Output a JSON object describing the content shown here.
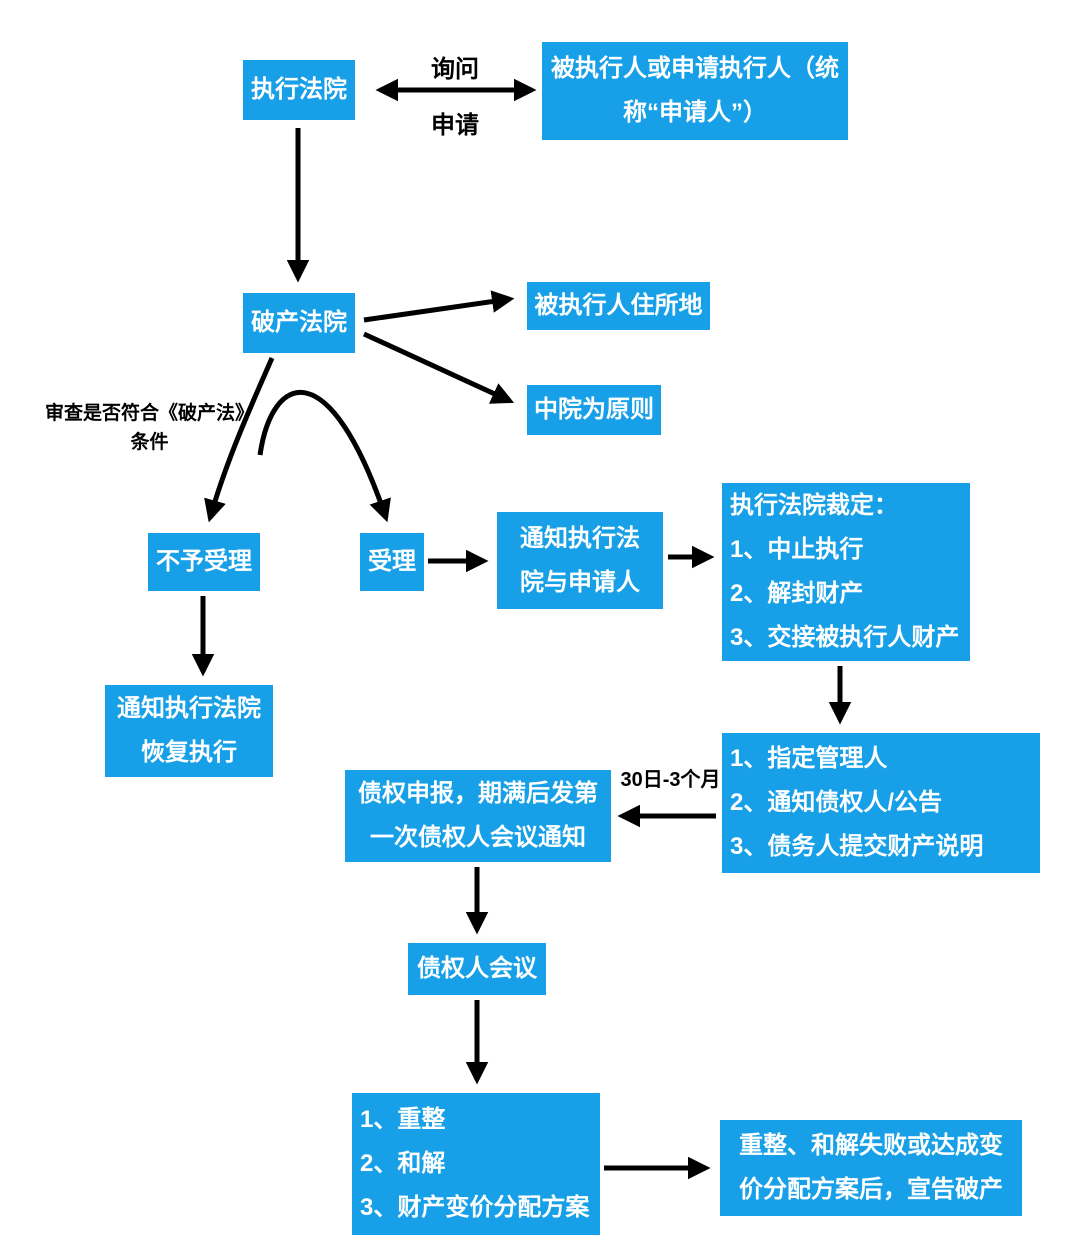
{
  "colors": {
    "accent": "#17A0E8",
    "arrow": "#000000",
    "background": "#FFFFFF",
    "node_text": "#FFFFFF",
    "label_text": "#000000"
  },
  "nodes": {
    "execution_court": "执行法院",
    "applicant": "被执行人或申请执行人（统\n称“申请人”）",
    "bankruptcy_court": "破产法院",
    "domicile": "被执行人住所地",
    "intermediate_court": "中院为原则",
    "reject": "不予受理",
    "accept": "受理",
    "notify_exec": "通知执行法\n院与申请人",
    "ruling": "执行法院裁定：\n1、中止执行\n2、解封财产\n3、交接被执行人财产",
    "resume": "通知执行法院\n恢复执行",
    "admin": "1、指定管理人\n2、通知债权人/公告\n3、债务人提交财产说明",
    "claims": "债权申报，期满后发第\n一次债权人会议通知",
    "creditors_meeting": "债权人会议",
    "plans": "1、重整\n2、和解\n3、财产变价分配方案",
    "declare": "重整、和解失败或达成变\n价分配方案后，宣告破产"
  },
  "labels": {
    "inquiry": "询问",
    "apply": "申请",
    "review": "审查是否符合《破产法》\n条件",
    "duration": "30日-3个月"
  }
}
